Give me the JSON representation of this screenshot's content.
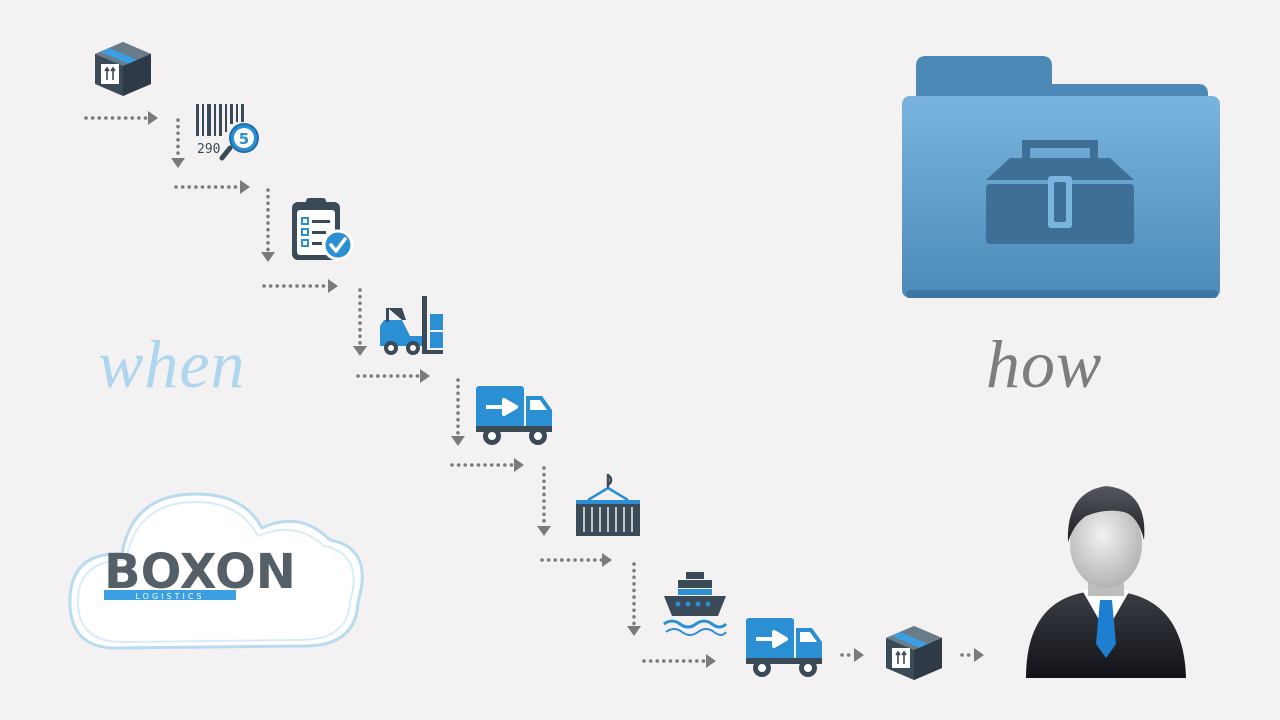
{
  "headings": {
    "when": "when",
    "how": "how"
  },
  "logo": {
    "brand": "BOXON",
    "tagline": "LOGISTICS"
  },
  "barcode": {
    "digits": "290",
    "badge": "5"
  },
  "steps": [
    {
      "name": "package-box-icon"
    },
    {
      "name": "barcode-scan-icon"
    },
    {
      "name": "checklist-clipboard-icon"
    },
    {
      "name": "forklift-icon"
    },
    {
      "name": "delivery-truck-icon"
    },
    {
      "name": "shipping-container-crane-icon"
    },
    {
      "name": "cargo-ship-icon"
    },
    {
      "name": "delivery-truck-icon"
    },
    {
      "name": "package-box-icon"
    },
    {
      "name": "customer-businessman-icon"
    }
  ],
  "folder": {
    "icon": "toolbox-folder-icon"
  },
  "colors": {
    "accent_blue": "#2b8fd4",
    "dark_icon": "#3b4a57",
    "folder_blue": "#5f9dc8",
    "dots": "#7a7a7a"
  }
}
